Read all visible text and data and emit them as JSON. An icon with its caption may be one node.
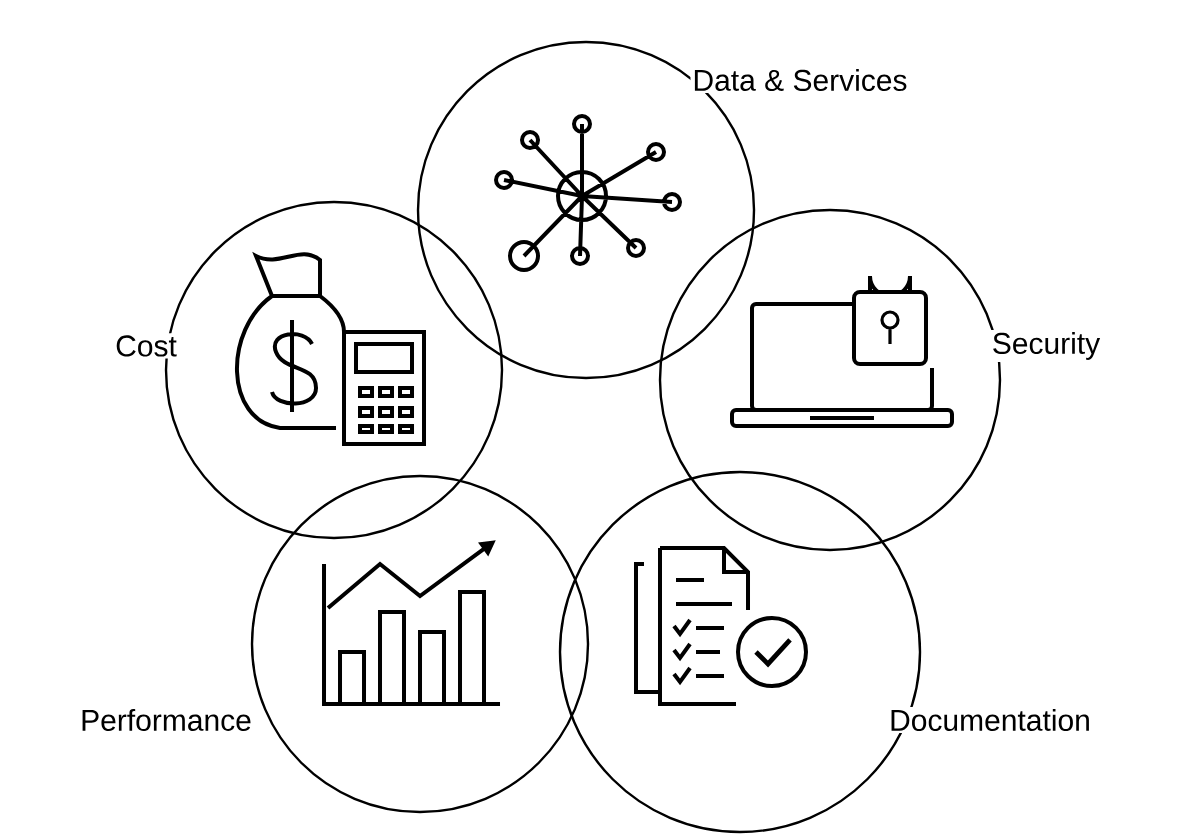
{
  "diagram": {
    "nodes": [
      {
        "text": [
          "Data & Services"
        ]
      },
      {
        "text": [
          "Cost"
        ]
      },
      {
        "text": [
          "Security"
        ]
      },
      {
        "text": [
          "Performance"
        ]
      },
      {
        "text": [
          "Documentation"
        ]
      }
    ]
  }
}
